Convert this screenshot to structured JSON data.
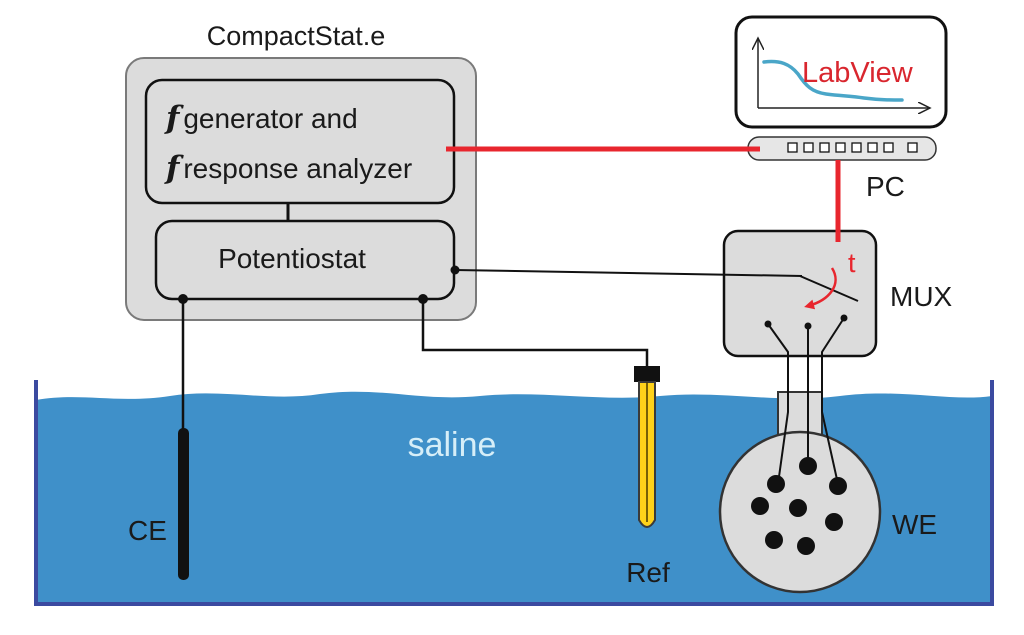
{
  "title": "CompactStat.e",
  "generator": {
    "line1_symbol": "f",
    "line1_text": "generator and",
    "line2_symbol": "f",
    "line2_text": "response analyzer"
  },
  "potentiostat_label": "Potentiostat",
  "pc": {
    "label": "PC",
    "screen_label": "LabView",
    "screen_label_color": "#d9262e"
  },
  "mux": {
    "label": "MUX",
    "time_symbol": "t"
  },
  "bath": {
    "liquid_label": "saline",
    "liquid_color": "#3f90c9",
    "liquid_label_color": "#d6eef8"
  },
  "electrodes": {
    "counter": "CE",
    "reference": "Ref",
    "working": "WE"
  },
  "colors": {
    "signal_line": "#e8262e",
    "device_fill": "#dcdcdc",
    "wire": "#111111"
  }
}
